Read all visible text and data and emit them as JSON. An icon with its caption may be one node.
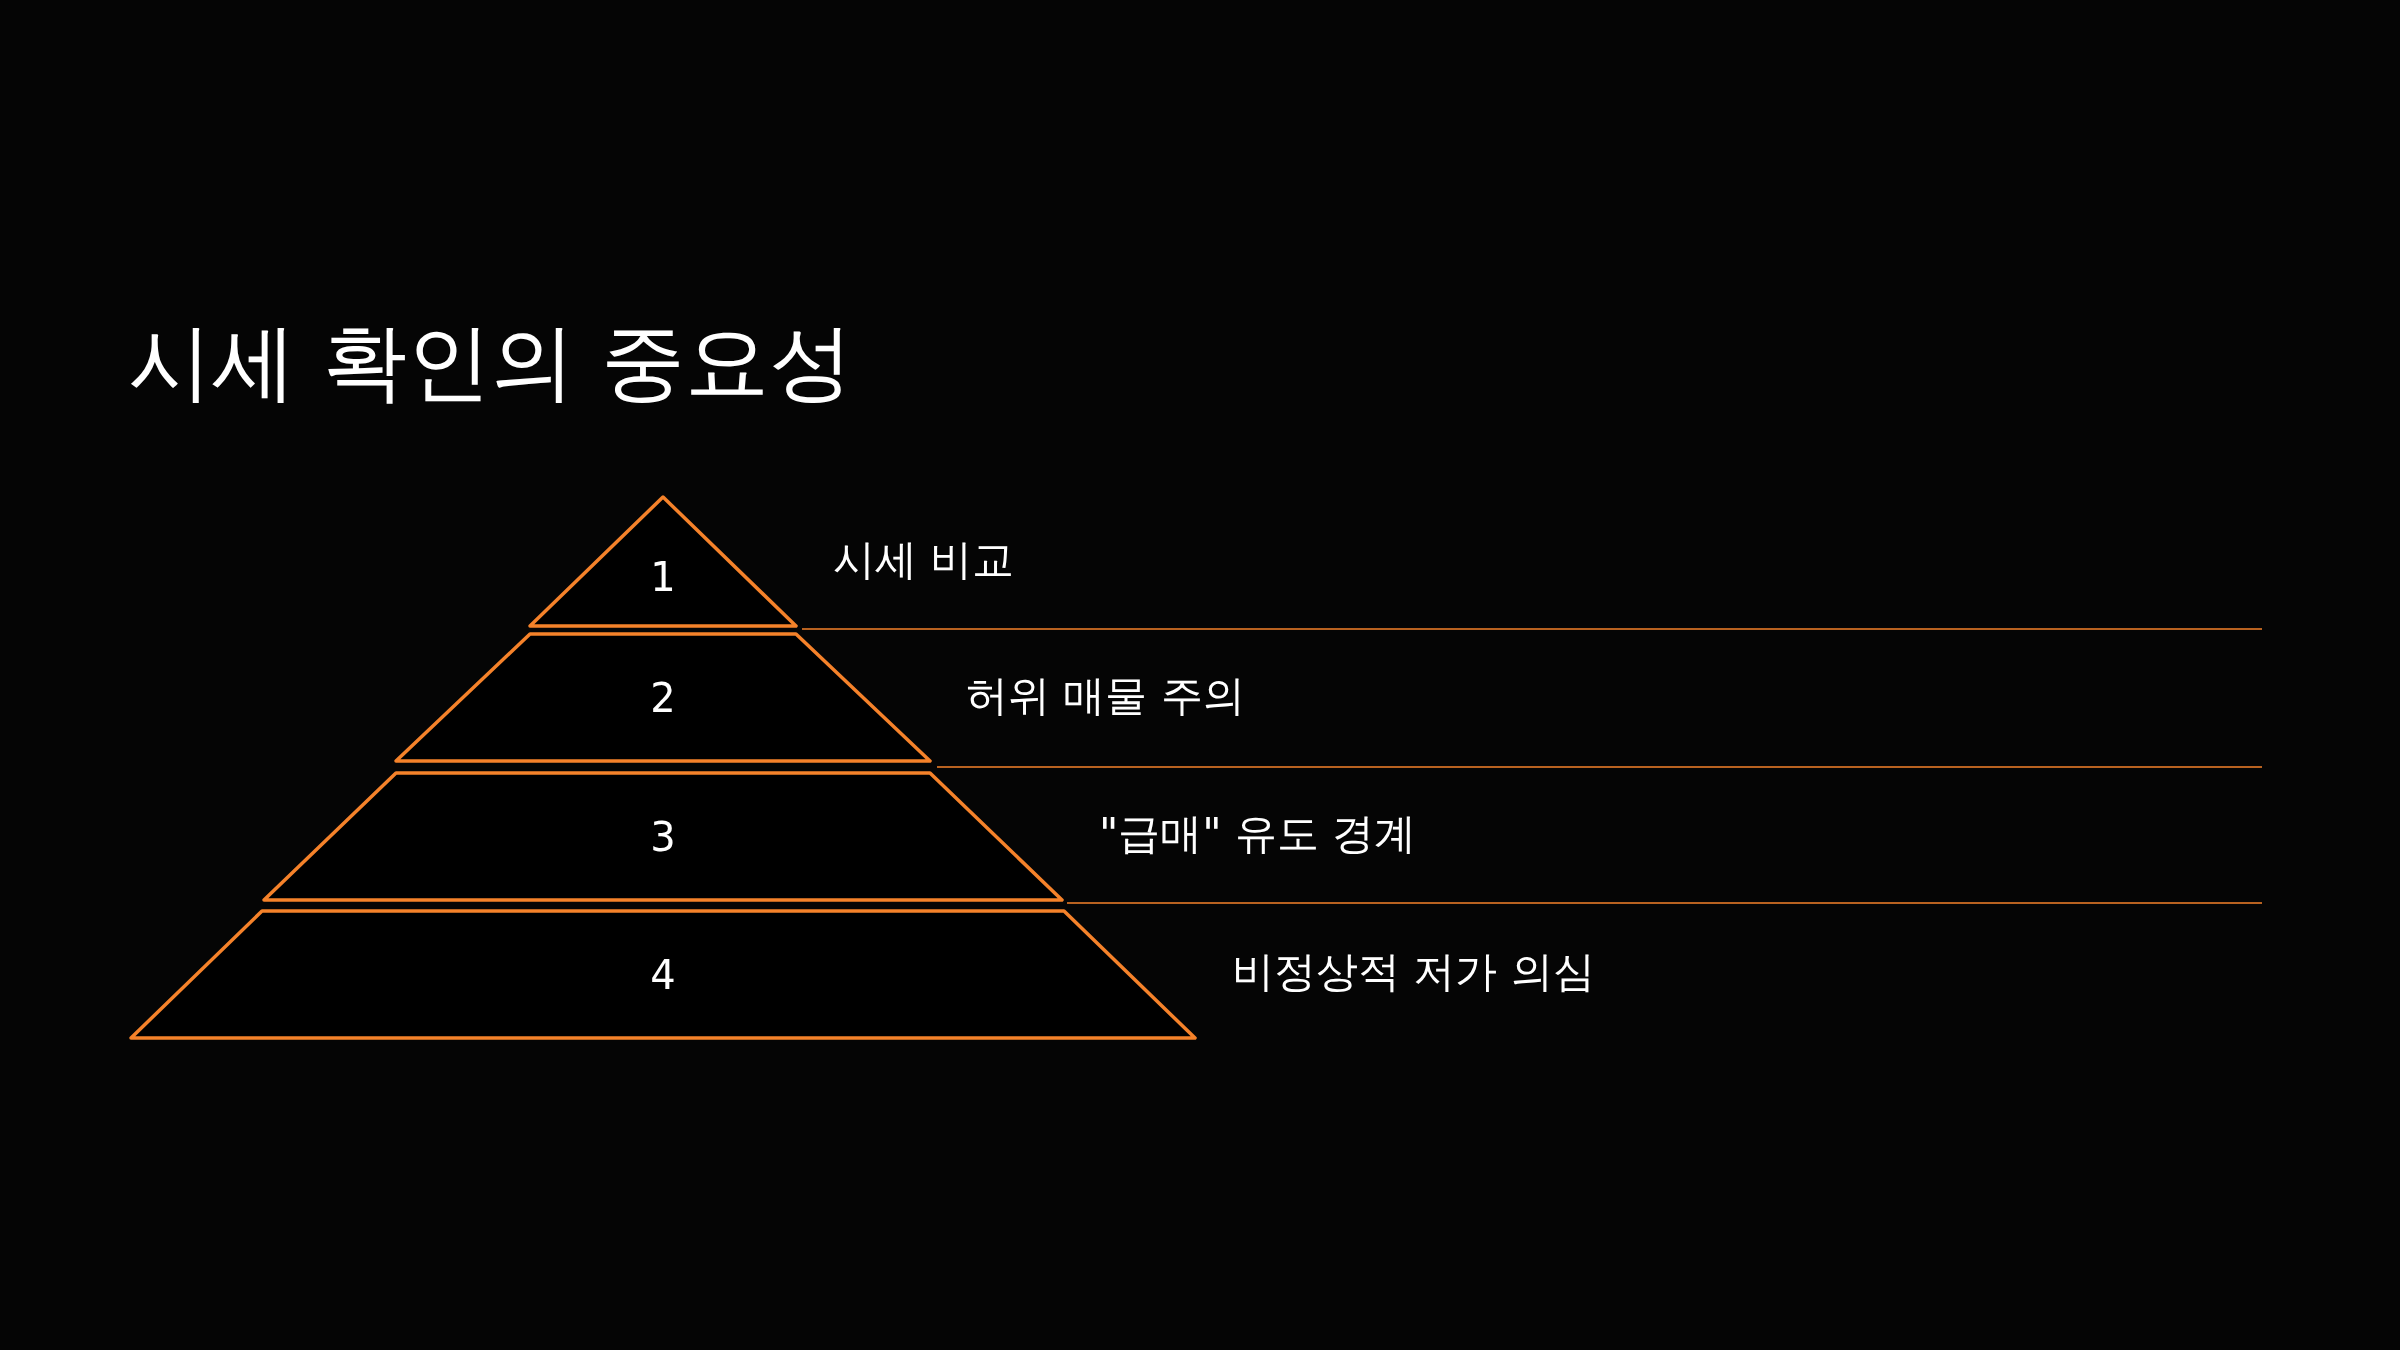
{
  "diagram": {
    "title": "시세 확인의 중요성",
    "nodes": [
      {
        "text": [
          "1"
        ],
        "beside": [
          "시세 비교"
        ]
      },
      {
        "text": [
          "2"
        ],
        "beside": [
          "허위 매물 주의"
        ]
      },
      {
        "text": [
          "3"
        ],
        "beside": [
          "\"급매\" 유도 경계"
        ]
      },
      {
        "text": [
          "4"
        ],
        "beside": [
          "비정상적 저가 의심"
        ]
      }
    ]
  }
}
